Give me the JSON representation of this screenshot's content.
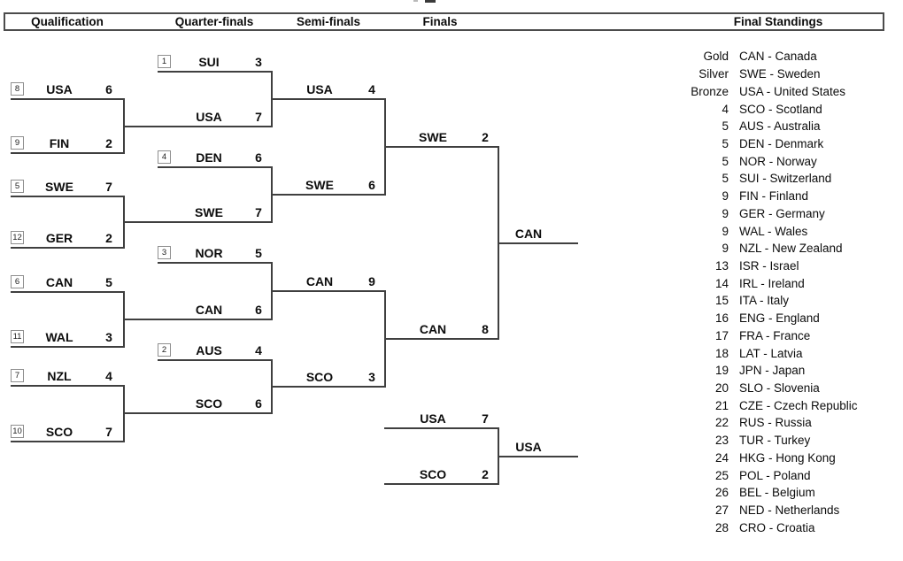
{
  "header": {
    "columns": [
      {
        "label": "Qualification"
      },
      {
        "label": "Quarter-finals"
      },
      {
        "label": "Semi-finals"
      },
      {
        "label": "Finals"
      },
      {
        "label": "Final Standings"
      }
    ]
  },
  "bracket": {
    "qualification": [
      {
        "seed": "8",
        "team": "USA",
        "score": "6"
      },
      {
        "seed": "9",
        "team": "FIN",
        "score": "2"
      },
      {
        "seed": "5",
        "team": "SWE",
        "score": "7"
      },
      {
        "seed": "12",
        "team": "GER",
        "score": "2"
      },
      {
        "seed": "6",
        "team": "CAN",
        "score": "5"
      },
      {
        "seed": "11",
        "team": "WAL",
        "score": "3"
      },
      {
        "seed": "7",
        "team": "NZL",
        "score": "4"
      },
      {
        "seed": "10",
        "team": "SCO",
        "score": "7"
      }
    ],
    "quarterfinal_seeds": [
      {
        "seed": "1",
        "team": "SUI",
        "score": "3"
      },
      {
        "seed": "4",
        "team": "DEN",
        "score": "6"
      },
      {
        "seed": "3",
        "team": "NOR",
        "score": "5"
      },
      {
        "seed": "2",
        "team": "AUS",
        "score": "4"
      }
    ],
    "quarterfinal_winners": [
      {
        "team": "USA",
        "score": "7"
      },
      {
        "team": "SWE",
        "score": "7"
      },
      {
        "team": "CAN",
        "score": "6"
      },
      {
        "team": "SCO",
        "score": "6"
      }
    ],
    "semifinals": [
      {
        "team": "USA",
        "score": "4"
      },
      {
        "team": "SWE",
        "score": "6"
      },
      {
        "team": "CAN",
        "score": "9"
      },
      {
        "team": "SCO",
        "score": "3"
      }
    ],
    "final": [
      {
        "team": "SWE",
        "score": "2"
      },
      {
        "team": "CAN",
        "score": "8"
      }
    ],
    "champion": {
      "team": "CAN"
    },
    "bronze_final": [
      {
        "team": "USA",
        "score": "7"
      },
      {
        "team": "SCO",
        "score": "2"
      }
    ],
    "third_place": {
      "team": "USA"
    }
  },
  "standings": {
    "rows": [
      {
        "rank": "Gold",
        "entry": "CAN - Canada"
      },
      {
        "rank": "Silver",
        "entry": "SWE - Sweden"
      },
      {
        "rank": "Bronze",
        "entry": "USA - United States"
      },
      {
        "rank": "4",
        "entry": "SCO - Scotland"
      },
      {
        "rank": "5",
        "entry": "AUS - Australia"
      },
      {
        "rank": "5",
        "entry": "DEN - Denmark"
      },
      {
        "rank": "5",
        "entry": "NOR - Norway"
      },
      {
        "rank": "5",
        "entry": "SUI - Switzerland"
      },
      {
        "rank": "9",
        "entry": "FIN - Finland"
      },
      {
        "rank": "9",
        "entry": "GER - Germany"
      },
      {
        "rank": "9",
        "entry": "WAL - Wales"
      },
      {
        "rank": "9",
        "entry": "NZL - New Zealand"
      },
      {
        "rank": "13",
        "entry": "ISR - Israel"
      },
      {
        "rank": "14",
        "entry": "IRL - Ireland"
      },
      {
        "rank": "15",
        "entry": "ITA - Italy"
      },
      {
        "rank": "16",
        "entry": "ENG - England"
      },
      {
        "rank": "17",
        "entry": "FRA - France"
      },
      {
        "rank": "18",
        "entry": "LAT - Latvia"
      },
      {
        "rank": "19",
        "entry": "JPN - Japan"
      },
      {
        "rank": "20",
        "entry": "SLO - Slovenia"
      },
      {
        "rank": "21",
        "entry": "CZE - Czech Republic"
      },
      {
        "rank": "22",
        "entry": "RUS - Russia"
      },
      {
        "rank": "23",
        "entry": "TUR - Turkey"
      },
      {
        "rank": "24",
        "entry": "HKG - Hong Kong"
      },
      {
        "rank": "25",
        "entry": "POL - Poland"
      },
      {
        "rank": "26",
        "entry": "BEL - Belgium"
      },
      {
        "rank": "27",
        "entry": "NED - Netherlands"
      },
      {
        "rank": "28",
        "entry": "CRO - Croatia"
      }
    ]
  }
}
